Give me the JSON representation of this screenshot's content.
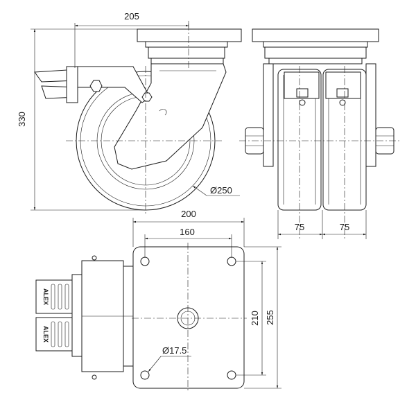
{
  "dimensions": {
    "top_width": "205",
    "height": "330",
    "wheel_diameter": "Ø250",
    "wheel_width_left": "75",
    "wheel_width_right": "75",
    "plate_width": "200",
    "hole_spacing_x": "160",
    "hole_spacing_y": "210",
    "plate_length": "255",
    "hole_diameter": "Ø17.5"
  },
  "brand": {
    "brake_pedal_text_1": "ALEX",
    "brake_pedal_text_2": "ALEX"
  }
}
